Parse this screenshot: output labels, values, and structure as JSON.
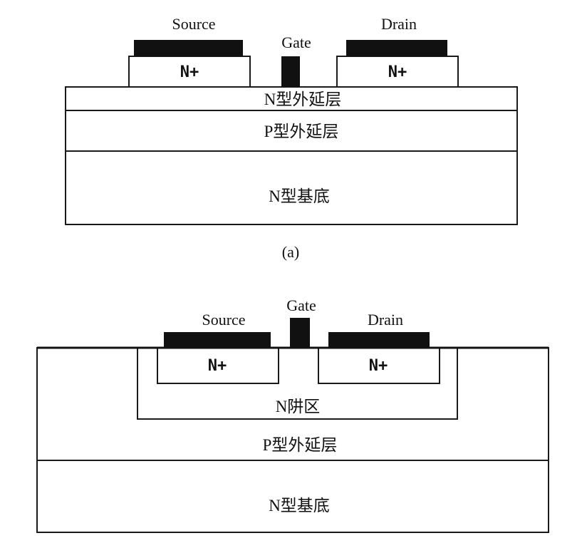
{
  "diagram_a": {
    "label_source": "Source",
    "label_gate": "Gate",
    "label_drain": "Drain",
    "region_source": "N+",
    "region_drain": "N+",
    "layer_top": "N型外延层",
    "layer_middle": "P型外延层",
    "layer_bottom": "N型基底",
    "caption": "(a)"
  },
  "diagram_b": {
    "label_source": "Source",
    "label_gate": "Gate",
    "label_drain": "Drain",
    "region_source": "N+",
    "region_drain": "N+",
    "well": "N阱区",
    "layer_middle": "P型外延层",
    "layer_bottom": "N型基底"
  },
  "colors": {
    "metal": "#111111",
    "outline": "#1a1a1a",
    "background": "#ffffff"
  }
}
